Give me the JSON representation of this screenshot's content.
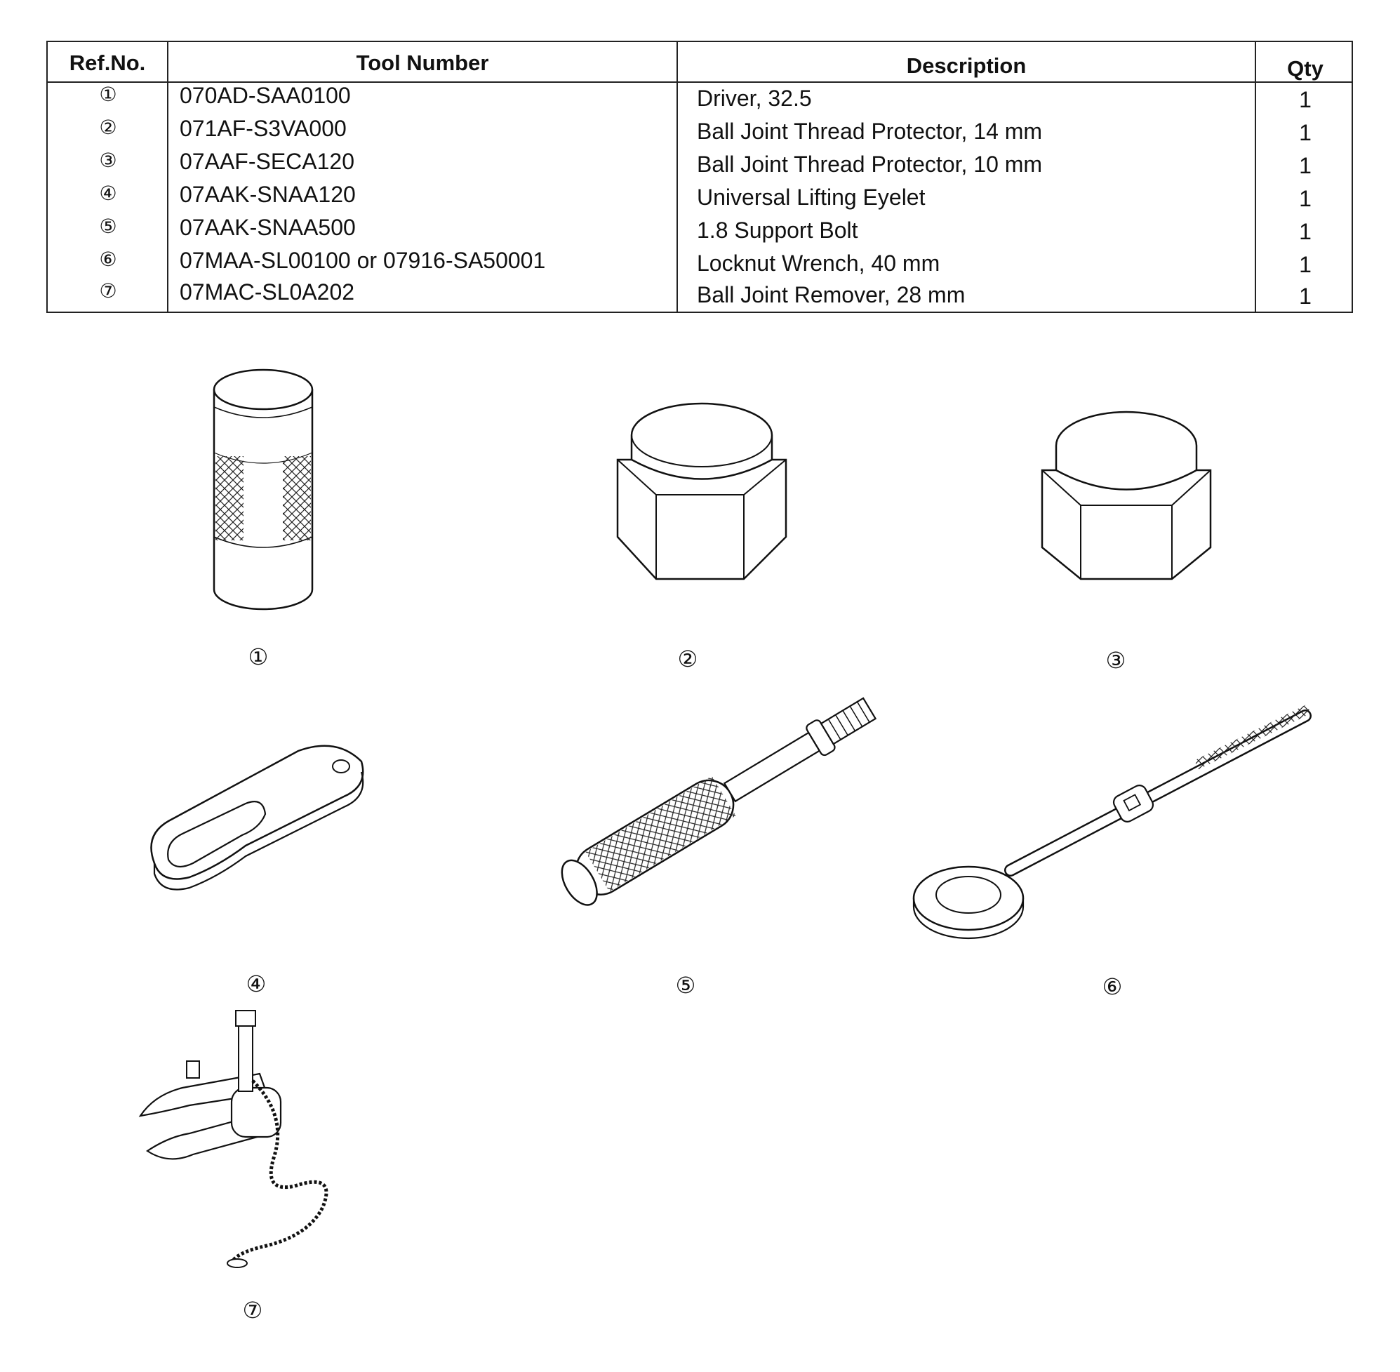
{
  "table": {
    "headers": {
      "ref": "Ref.No.",
      "tool": "Tool Number",
      "desc": "Description",
      "qty": "Qty"
    },
    "rows": [
      {
        "ref": "①",
        "tool": "070AD-SAA0100",
        "desc": "Driver, 32.5",
        "qty": "1"
      },
      {
        "ref": "②",
        "tool": "071AF-S3VA000",
        "desc": "Ball Joint Thread Protector, 14 mm",
        "qty": "1"
      },
      {
        "ref": "③",
        "tool": "07AAF-SECA120",
        "desc": "Ball Joint Thread Protector, 10 mm",
        "qty": "1"
      },
      {
        "ref": "④",
        "tool": "07AAK-SNAA120",
        "desc": "Universal Lifting Eyelet",
        "qty": "1"
      },
      {
        "ref": "⑤",
        "tool": "07AAK-SNAA500",
        "desc": "1.8 Support Bolt",
        "qty": "1"
      },
      {
        "ref": "⑥",
        "tool": "07MAA-SL00100 or 07916-SA50001",
        "desc": "Locknut Wrench, 40 mm",
        "qty": "1"
      },
      {
        "ref": "⑦",
        "tool": "07MAC-SL0A202",
        "desc": "Ball Joint Remover, 28 mm",
        "qty": "1"
      }
    ]
  },
  "figures": [
    {
      "label": "①",
      "icon": "driver-icon"
    },
    {
      "label": "②",
      "icon": "thread-protector-14mm-icon"
    },
    {
      "label": "③",
      "icon": "thread-protector-10mm-icon"
    },
    {
      "label": "④",
      "icon": "lifting-eyelet-icon"
    },
    {
      "label": "⑤",
      "icon": "support-bolt-icon"
    },
    {
      "label": "⑥",
      "icon": "locknut-wrench-icon"
    },
    {
      "label": "⑦",
      "icon": "ball-joint-remover-icon"
    }
  ]
}
